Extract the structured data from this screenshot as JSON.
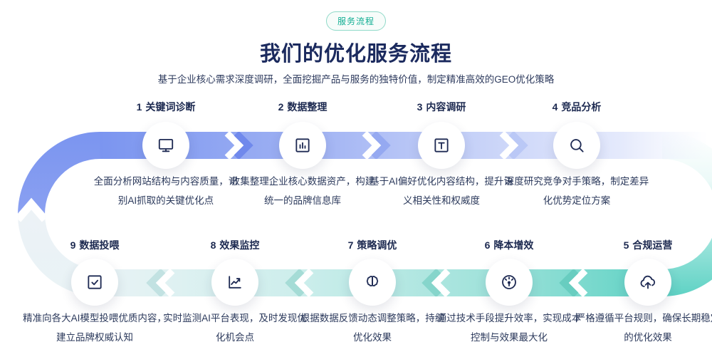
{
  "badge": {
    "label": "服务流程"
  },
  "header": {
    "title": "我们的优化服务流程",
    "subtitle": "基于企业核心需求深度调研，全面挖掘产品与服务的独特价值，制定精准高效的GEO优化策略"
  },
  "colors": {
    "badge_teal": "#11ae93",
    "title_navy": "#1b2a5e",
    "band_blue": "#7b95f0",
    "band_teal": "#5ed2c4",
    "icon_navy": "#1f2b54"
  },
  "steps": [
    {
      "number": "1",
      "title": "关键词诊断",
      "desc": "全面分析网站结构与内容质量，识别AI抓取的关键优化点",
      "icon": "monitor-icon"
    },
    {
      "number": "2",
      "title": "数据整理",
      "desc": "收集整理企业核心数据资产，构建统一的品牌信息库",
      "icon": "bar-chart-icon"
    },
    {
      "number": "3",
      "title": "内容调研",
      "desc": "基于AI偏好优化内容结构，提升语义相关性和权威度",
      "icon": "text-icon"
    },
    {
      "number": "4",
      "title": "竞品分析",
      "desc": "深度研究竞争对手策略，制定差异化优势定位方案",
      "icon": "search-icon"
    },
    {
      "number": "5",
      "title": "合规运营",
      "desc": "严格遵循平台规则，确保长期稳定的优化效果",
      "icon": "cloud-upload-icon"
    },
    {
      "number": "6",
      "title": "降本增效",
      "desc": "通过技术手段提升效率，实现成本控制与效果最大化",
      "icon": "gauge-icon"
    },
    {
      "number": "7",
      "title": "策略调优",
      "desc": "根据数据反馈动态调整策略，持续优化效果",
      "icon": "brain-icon"
    },
    {
      "number": "8",
      "title": "效果监控",
      "desc": "实时监测AI平台表现，及时发现优化机会点",
      "icon": "line-chart-icon"
    },
    {
      "number": "9",
      "title": "数据投喂",
      "desc": "精准向各大AI模型投喂优质内容，建立品牌权威认知",
      "icon": "checkbox-icon"
    }
  ]
}
